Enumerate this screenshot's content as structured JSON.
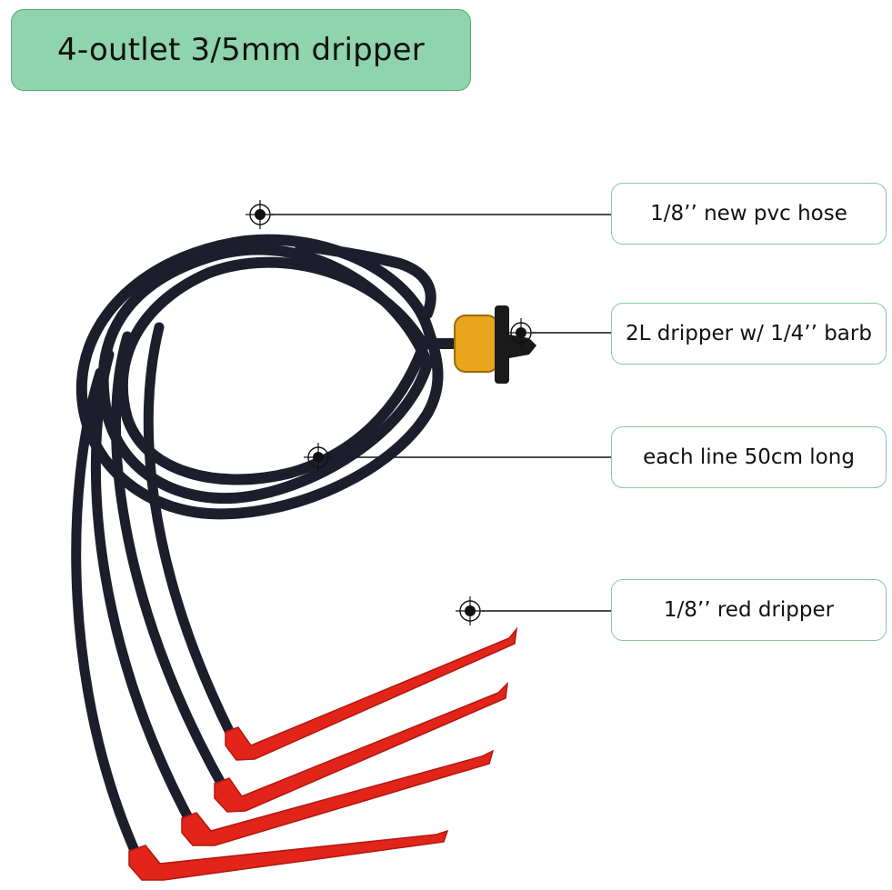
{
  "title": "4-outlet 3/5mm dripper",
  "colors": {
    "title_fill": "#8fd4ad",
    "box_border": "#86cca3",
    "hose": "#1c1f2b",
    "stake": "#e32419",
    "dripper_body": "#e8a51d"
  },
  "labels": [
    {
      "name": "pvc-hose",
      "text": "1/8’’ new pvc hose"
    },
    {
      "name": "dripper",
      "text": "2L dripper w/ 1/4’’ barb"
    },
    {
      "name": "line-length",
      "text": "each line 50cm long"
    },
    {
      "name": "red-dripper",
      "text": "1/8’’ red dripper"
    }
  ],
  "icons": {
    "marker": "crosshair-target-icon"
  }
}
